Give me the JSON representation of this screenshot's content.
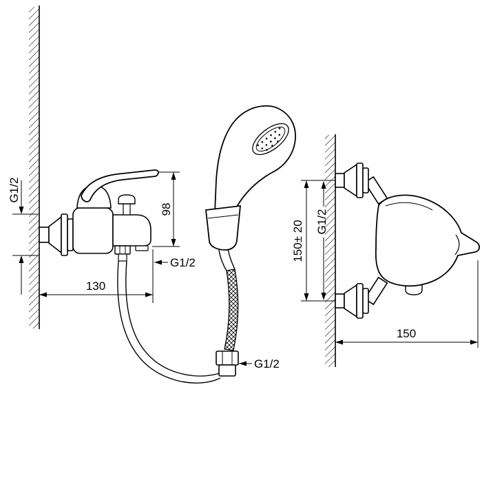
{
  "diagram": {
    "bath_mixer": {
      "wall_connection_thread": "G1/2",
      "height": "98",
      "hose_connection_thread": "G1/2",
      "wall_to_spout": "130"
    },
    "hand_shower_hose": {
      "connection_thread": "G1/2"
    },
    "shower_mixer": {
      "connection_thread": "G1/2",
      "inlet_spacing": "150± 20",
      "wall_to_handle": "150"
    },
    "colors": {
      "line": "#000000",
      "background": "#ffffff"
    }
  }
}
